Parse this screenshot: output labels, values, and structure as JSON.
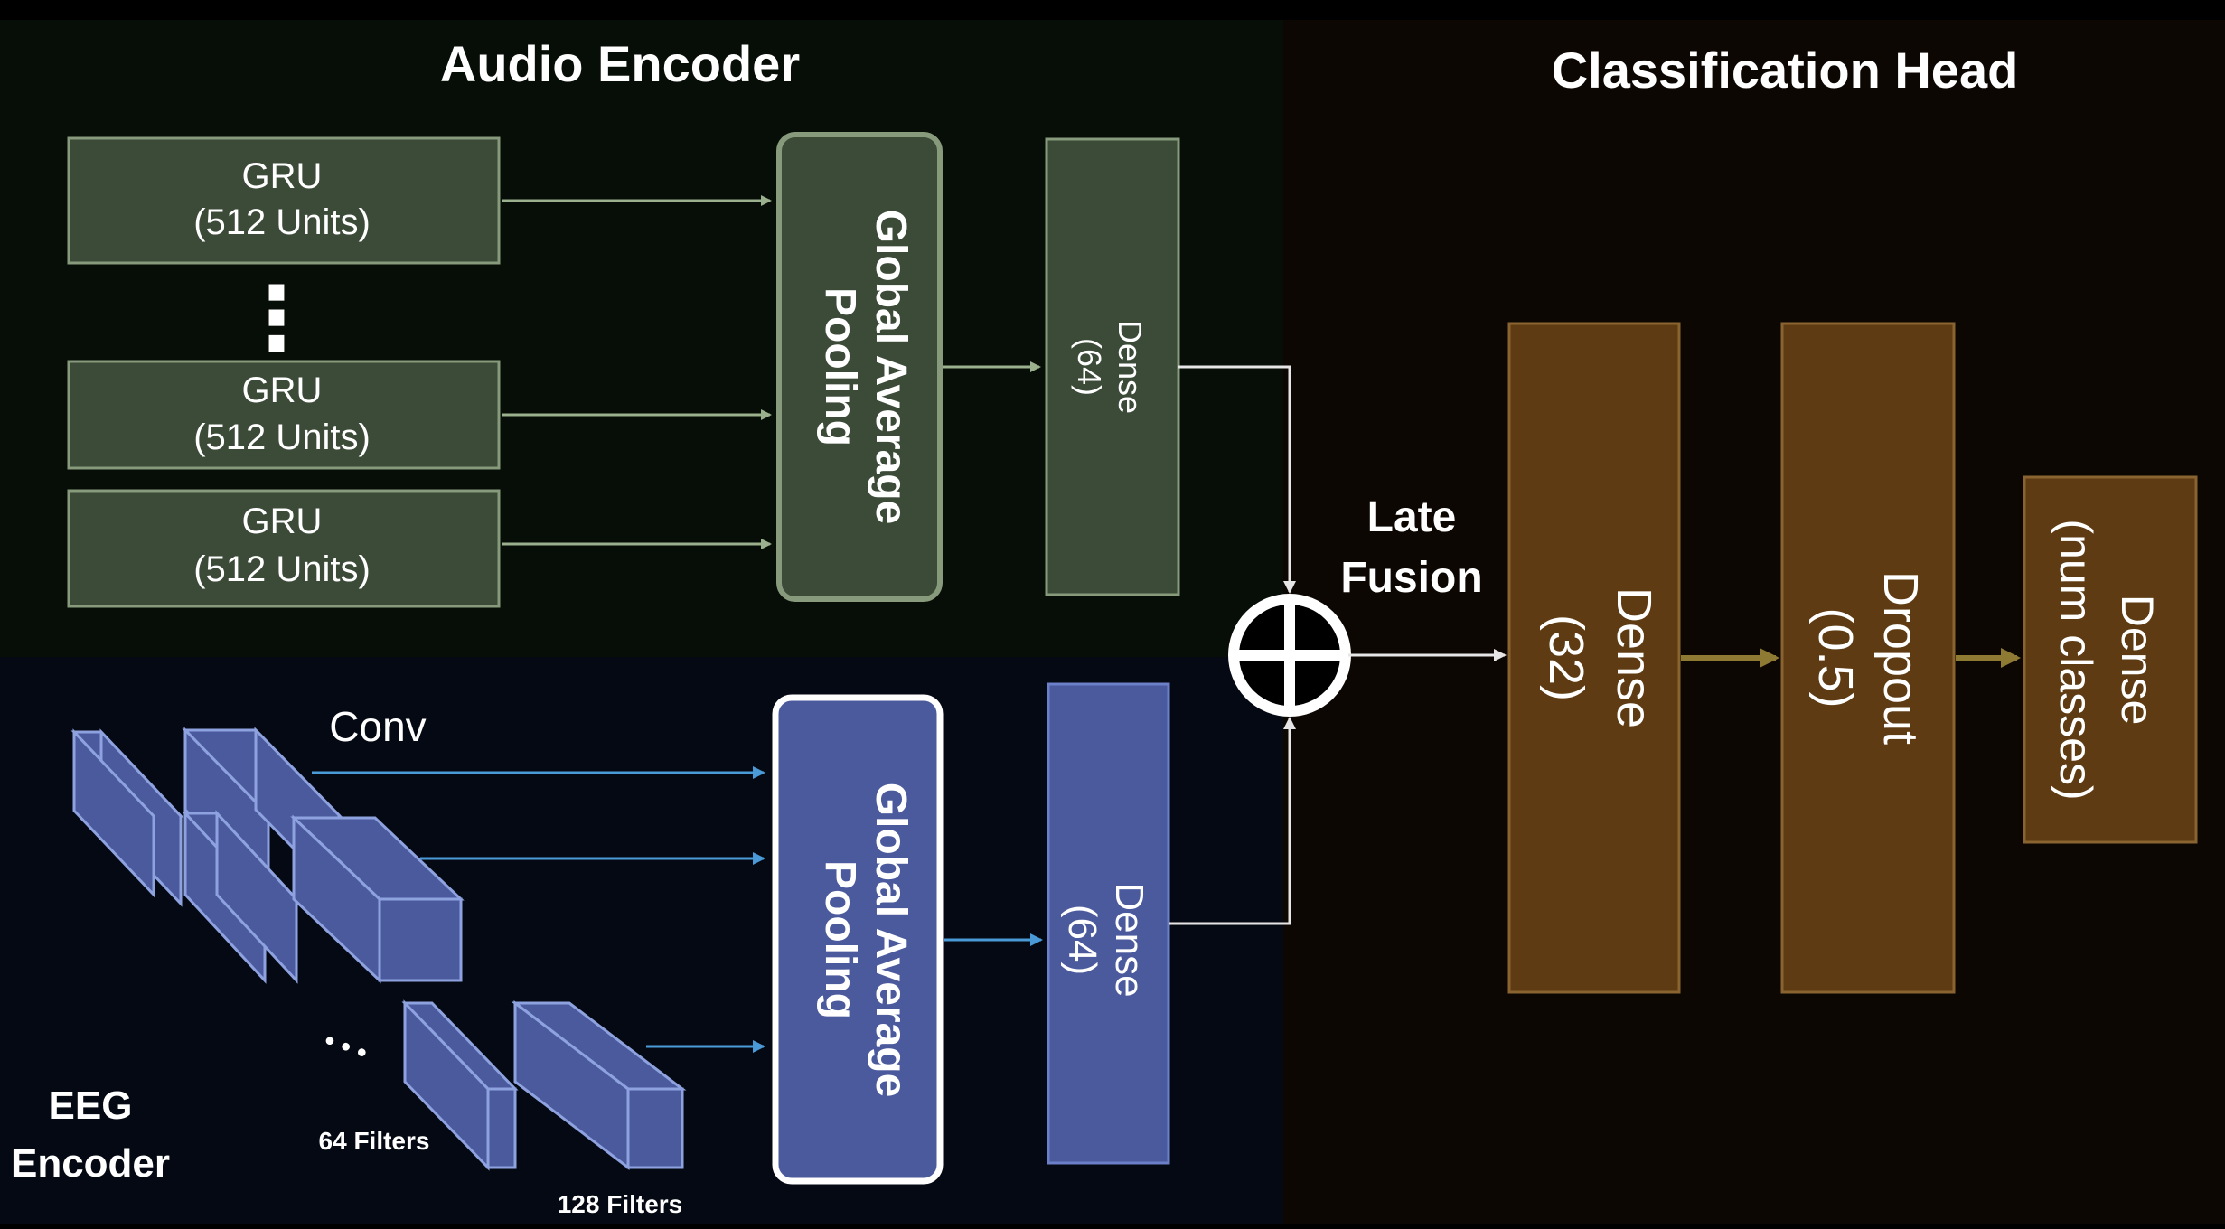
{
  "audio_encoder": {
    "title": "Audio Encoder",
    "gru_blocks": [
      {
        "name": "GRU",
        "units": "(512 Units)"
      },
      {
        "name": "GRU",
        "units": "(512 Units)"
      },
      {
        "name": "GRU",
        "units": "(512 Units)"
      }
    ],
    "ellipsis": "⋮",
    "pooling": {
      "line1": "Global Average",
      "line2": "Pooling"
    },
    "dense": {
      "line1": "Dense",
      "line2": "(64)"
    }
  },
  "eeg_encoder": {
    "title_line1": "EEG",
    "title_line2": "Encoder",
    "conv_label": "Conv",
    "ellipsis": "• • •",
    "filters_64": "64 Filters",
    "filters_128": "128 Filters",
    "pooling": {
      "line1": "Global Average",
      "line2": "Pooling"
    },
    "dense": {
      "line1": "Dense",
      "line2": "(64)"
    }
  },
  "fusion": {
    "line1": "Late",
    "line2": "Fusion"
  },
  "classification_head": {
    "title": "Classification Head",
    "dense32": {
      "line1": "Dense",
      "line2": "(32)"
    },
    "dropout": {
      "line1": "Dropout",
      "line2": "(0.5)"
    },
    "dense_out": {
      "line1": "Dense",
      "line2": "(num classes)"
    }
  },
  "colors": {
    "audio_bg": "#070d07",
    "eeg_bg": "#050913",
    "head_bg": "#0d0704",
    "green_block": "#3b4b38",
    "green_border": "#879a7c",
    "green_arrow": "#9bb08d",
    "blue_block": "#4b5a9c",
    "blue_border": "#8ea2e0",
    "blue_arrow": "#4a9ad8",
    "brown_block": "#5e3b12",
    "brown_border": "#8a6430",
    "olive_arrow": "#8e7a32"
  }
}
